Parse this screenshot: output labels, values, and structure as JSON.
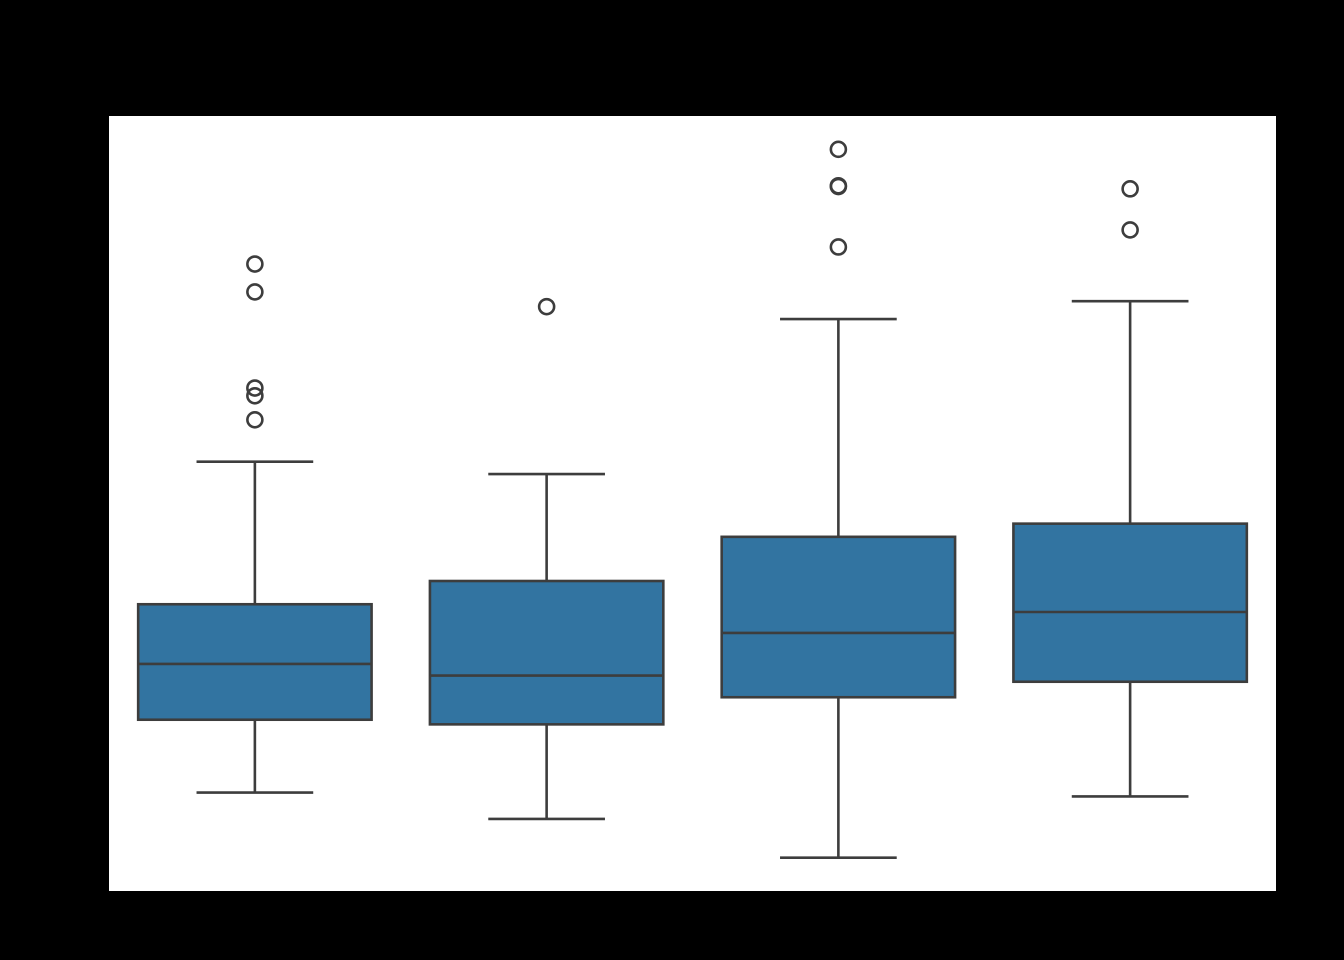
{
  "chart_data": {
    "type": "box",
    "title": "",
    "xlabel": "",
    "ylabel": "",
    "categories": [
      "",
      "",
      "",
      ""
    ],
    "ylim": [
      0.0,
      1.0
    ],
    "grid": false,
    "colors": {
      "background": "#000000",
      "plot_area": "#ffffff",
      "box_fill": "#3274a1",
      "line": "#3d3d3d"
    },
    "boxes": [
      {
        "whisker_low": 0.127,
        "q1": 0.221,
        "median": 0.293,
        "q3": 0.37,
        "whisker_high": 0.554,
        "outliers": [
          0.608,
          0.639,
          0.649,
          0.773,
          0.809
        ]
      },
      {
        "whisker_low": 0.093,
        "q1": 0.215,
        "median": 0.278,
        "q3": 0.4,
        "whisker_high": 0.538,
        "outliers": [
          0.754
        ]
      },
      {
        "whisker_low": 0.043,
        "q1": 0.25,
        "median": 0.333,
        "q3": 0.457,
        "whisker_high": 0.738,
        "outliers": [
          0.831,
          0.909,
          0.91,
          0.957
        ]
      },
      {
        "whisker_low": 0.122,
        "q1": 0.27,
        "median": 0.36,
        "q3": 0.474,
        "whisker_high": 0.761,
        "outliers": [
          0.853,
          0.906
        ]
      }
    ]
  }
}
